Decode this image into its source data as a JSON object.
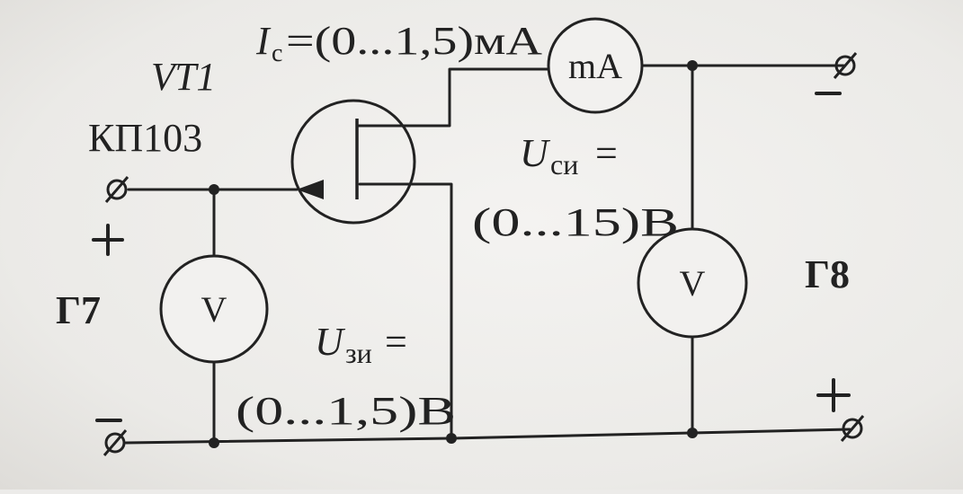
{
  "transistor": {
    "ref": "VT1",
    "part": "КП103"
  },
  "labels": {
    "drain_current_symbol": "I",
    "drain_current_sub": "c",
    "drain_current_range": "=(0...1,5)мА",
    "uds_symbol": "U",
    "uds_sub": "си",
    "uds_eq": "=",
    "uds_range": "(0...15)В",
    "ugs_symbol": "U",
    "ugs_sub": "зи",
    "ugs_eq": "=",
    "ugs_range": "(0...1,5)В",
    "g7": "Г7",
    "g8": "Г8",
    "plus": "+",
    "minus": "-"
  },
  "meters": {
    "milliammeter": "mA",
    "voltmeter_gs": "V",
    "voltmeter_ds": "V"
  }
}
